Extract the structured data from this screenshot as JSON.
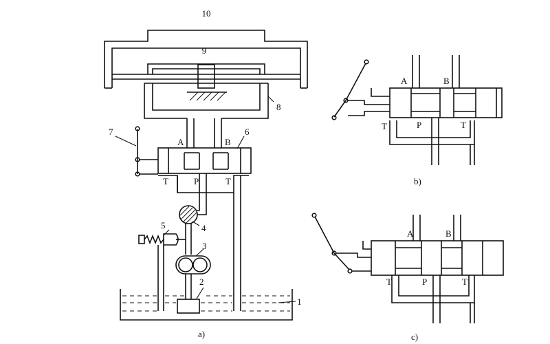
{
  "figure_a": {
    "caption": "a)",
    "part_numbers": [
      "1",
      "2",
      "3",
      "4",
      "5",
      "6",
      "7",
      "8",
      "9",
      "10"
    ],
    "port_labels": {
      "A": "A",
      "B": "B",
      "P": "P",
      "T_left": "T",
      "T_right": "T"
    }
  },
  "figure_b": {
    "caption": "b)",
    "port_labels": {
      "A": "A",
      "B": "B",
      "P": "P",
      "T_left": "T",
      "T_right": "T"
    }
  },
  "figure_c": {
    "caption": "c)",
    "port_labels": {
      "A": "A",
      "B": "B",
      "P": "P",
      "T_left": "T",
      "T_right": "T"
    }
  }
}
